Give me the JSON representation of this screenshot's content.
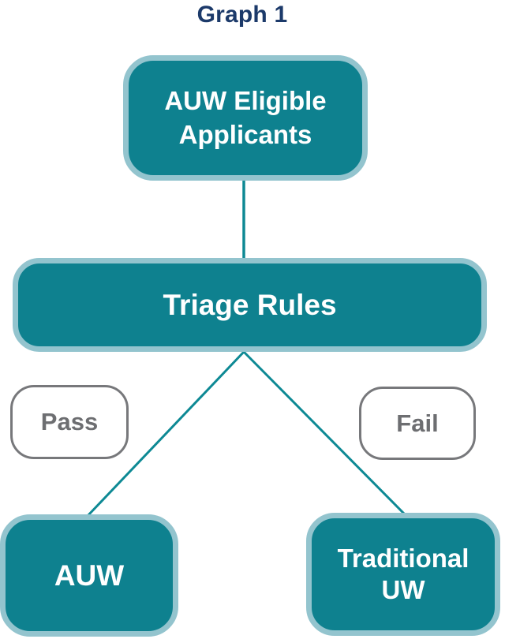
{
  "title": "Graph 1",
  "palette": {
    "node_fill_teal": "#0E818F",
    "node_border_light_teal": "#93C4CE",
    "node_text": "#FFFFFF",
    "title_navy": "#1C3A6A",
    "badge_text_gray": "#6D6E71",
    "badge_border_gray": "#77787B",
    "connector_teal": "#0D8994",
    "background": "#FFFFFF"
  },
  "diagram": {
    "root_node": {
      "label": "AUW Eligible Applicants"
    },
    "triage_node": {
      "label": "Triage Rules"
    },
    "pass_badge": {
      "label": "Pass"
    },
    "fail_badge": {
      "label": "Fail"
    },
    "auw_node": {
      "label": "AUW"
    },
    "traditional_node": {
      "label": "Traditional UW"
    }
  }
}
